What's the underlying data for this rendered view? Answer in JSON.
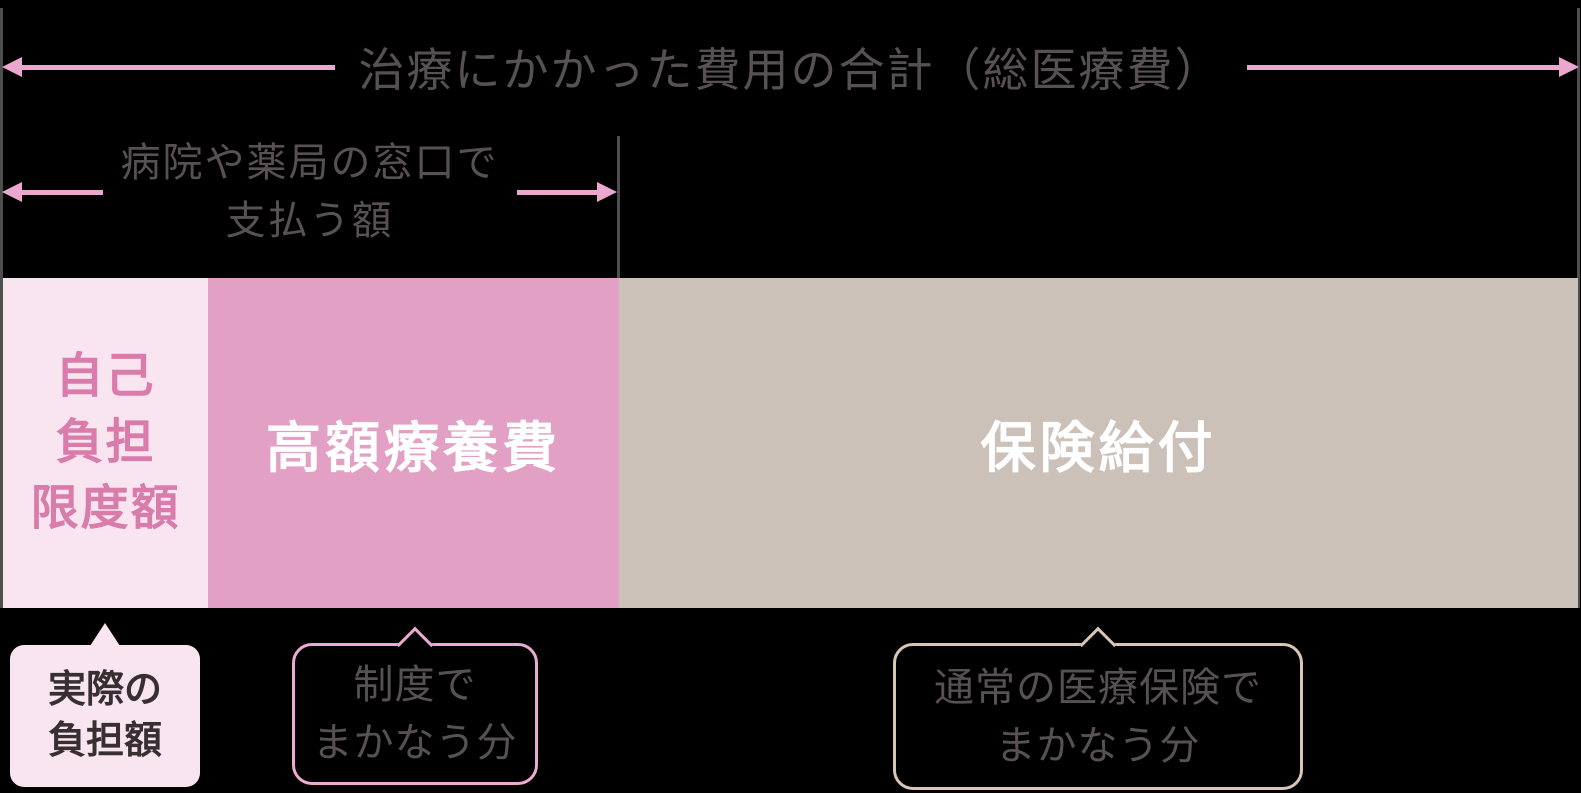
{
  "colors": {
    "bg": "#000000",
    "arrow_pink": "#eba7ce",
    "line_gray": "#4e4e4e",
    "text_gray": "#575153",
    "light_pink": "#f8e5f0",
    "mid_pink": "#e2a0c5",
    "beige": "#ccc1b8",
    "pink_text": "#d97cab",
    "dark_text": "#372f31",
    "callout_pink_border": "#eeabd1",
    "callout_tan_border": "#d8c6b6",
    "white": "#ffffff"
  },
  "top_arrow": {
    "label": "治療にかかった費用の合計（総医療費）"
  },
  "counter_arrow": {
    "line1": "病院や薬局の窓口で",
    "line2": "支払う額"
  },
  "blocks": {
    "self_pay_limit": {
      "line1": "自己",
      "line2": "負担",
      "line3": "限度額"
    },
    "high_cost_benefit": {
      "label": "高額療養費"
    },
    "insurance_benefit": {
      "label": "保険給付"
    }
  },
  "callouts": {
    "actual_payment": {
      "line1": "実際の",
      "line2": "負担額"
    },
    "system_covered": {
      "line1": "制度で",
      "line2": "まかなう分"
    },
    "insurance_covered": {
      "line1": "通常の医療保険で",
      "line2": "まかなう分"
    }
  }
}
